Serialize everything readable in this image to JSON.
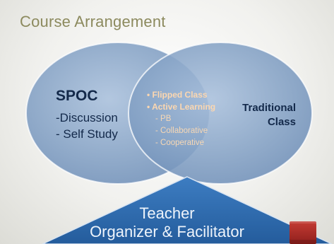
{
  "slide": {
    "title": "Course Arrangement"
  },
  "spoc": {
    "title": "SPOC",
    "items": [
      "-Discussion",
      "- Self Study"
    ]
  },
  "traditional": {
    "line1": "Traditional",
    "line2": "Class"
  },
  "overlap": {
    "main_items": [
      "• Flipped Class",
      "• Active Learning"
    ],
    "sub_items": [
      "- PB",
      "- Collaborative",
      "- Cooperative"
    ]
  },
  "teacher": {
    "line1": "Teacher",
    "line2": "Organizer & Facilitator"
  },
  "colors": {
    "circle_fill": "#7f9ec4",
    "overlap_text": "#fcd7b0",
    "dark_text": "#13294a",
    "triangle_fill": "#2f6eb5",
    "title": "#8c8a5e"
  },
  "icons": {
    "book": "book-icon"
  }
}
